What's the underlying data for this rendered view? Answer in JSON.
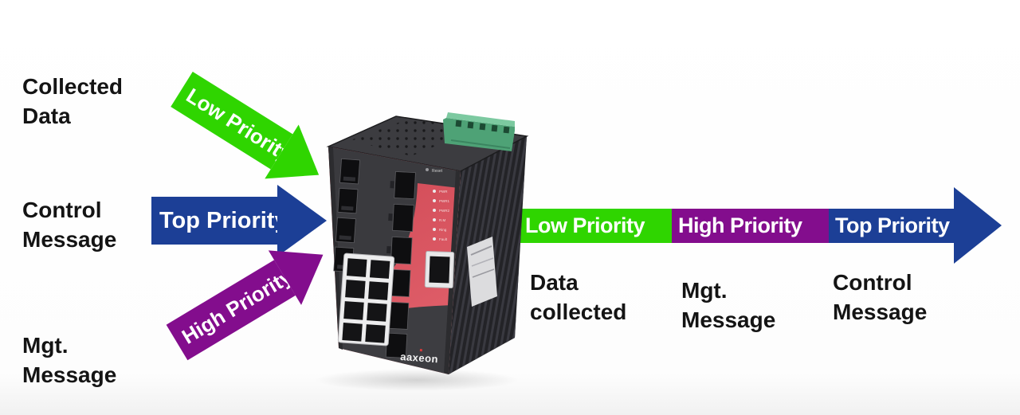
{
  "colors": {
    "low_priority": "#2fd500",
    "high_priority": "#830d8d",
    "top_priority": "#1c3f96",
    "text": "#141414"
  },
  "flow": {
    "sources": [
      {
        "line1": "Collected",
        "line2": "Data",
        "priority": "Low Priority"
      },
      {
        "line1": "Control",
        "line2": "Message",
        "priority": "Top Priority"
      },
      {
        "line1": "Mgt.",
        "line2": "Message",
        "priority": "High Priority"
      }
    ],
    "device": {
      "brand": "aaxeon",
      "reset_label": "Reset",
      "led_labels": [
        "PWR",
        "PWR1",
        "PWR2",
        "R.M",
        "Ring",
        "Fault"
      ]
    },
    "outputs": [
      {
        "segment": "Low Priority",
        "line1": "Data",
        "line2": "collected"
      },
      {
        "segment": "High Priority",
        "line1": "Mgt.",
        "line2": "Message"
      },
      {
        "segment": "Top Priority",
        "line1": "Control",
        "line2": "Message"
      }
    ]
  }
}
